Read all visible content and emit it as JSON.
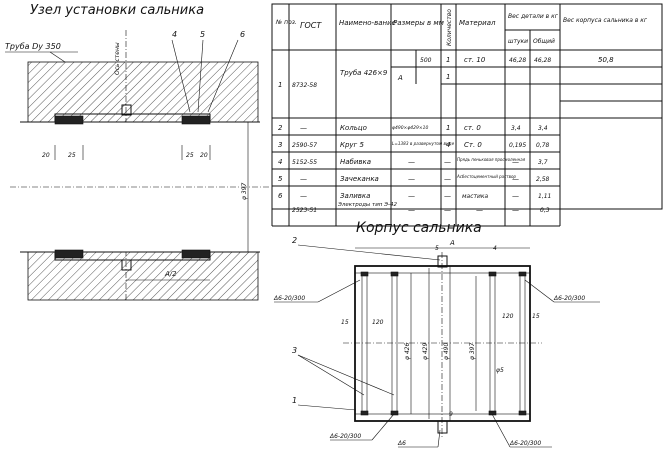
{
  "left_view": {
    "title": "Узел установки сальника",
    "pipe_label": "Труба Dу 350",
    "wall_label": "Ось стены",
    "callouts": [
      "4",
      "5",
      "6"
    ],
    "dims": {
      "d20a": "20",
      "d25a": "25",
      "d25b": "25",
      "d20b": "20",
      "a2": "А/2",
      "dia": "φ 397"
    }
  },
  "table": {
    "headers": {
      "num": "№ поз.",
      "gost": "ГОСТ",
      "name": "Наимено-вание",
      "size": "Размеры в мм",
      "qty": "Количество",
      "material": "Материал",
      "weight_part": "Вес детали в кг",
      "weight_unit": "штуки",
      "weight_total": "Общий",
      "weight_body": "Вес корпуса сальника в кг"
    },
    "rows": [
      {
        "num": "1",
        "gost": "8732-58",
        "name": "Труба 426×9",
        "size_a": "А",
        "size_v": "500",
        "qty": "1",
        "qty2": "1",
        "material": "ст. 10",
        "w_unit": "46,28",
        "w_total": "46,28",
        "w_body": "50,8"
      },
      {
        "num": "2",
        "gost": "—",
        "name": "Кольцо",
        "size": "φ490×φ429×10",
        "qty": "1",
        "material": "ст. 0",
        "w_unit": "3,4",
        "w_total": "3,4"
      },
      {
        "num": "3",
        "gost": "2590-57",
        "name": "Круг 5",
        "size": "L=1383 в развернутом виде",
        "qty": "4",
        "material": "Ст. 0",
        "w_unit": "0,195",
        "w_total": "0,78"
      },
      {
        "num": "4",
        "gost": "5152-55",
        "name": "Набивка",
        "size": "—",
        "qty": "—",
        "material": "Прядь пеньковая просмоленная",
        "w_unit": "—",
        "w_total": "3,7"
      },
      {
        "num": "5",
        "gost": "—",
        "name": "Зачеканка",
        "size": "—",
        "qty": "—",
        "material": "Асбестоцементный раствор",
        "w_unit": "—",
        "w_total": "2,58"
      },
      {
        "num": "6",
        "gost": "—",
        "name": "Заливка",
        "size": "—",
        "qty": "—",
        "material": "мастика",
        "w_unit": "—",
        "w_total": "1,11"
      },
      {
        "num": "",
        "gost": "2523-51",
        "name": "Электроды тип Э-42",
        "size": "—",
        "qty": "—",
        "material": "—",
        "w_unit": "—",
        "w_total": "0,3"
      }
    ]
  },
  "right_view": {
    "title": "Корпус сальника",
    "callouts": {
      "c2": "2",
      "c3": "3",
      "c1": "1"
    },
    "dims": {
      "A": "А",
      "s5": "5",
      "s4": "4",
      "d15a": "15",
      "d120a": "120",
      "d120b": "120",
      "d15b": "15",
      "dia426": "φ 426",
      "dia429": "φ 429",
      "dia490": "φ 490",
      "dia397": "φ 397",
      "phi5": "φ5",
      "s9": "9"
    },
    "welds": {
      "w1": "Δ6-20/300",
      "w2": "Δ6-20/300",
      "w3": "Δ6-20/300",
      "w4": "Δ6",
      "w5": "Δ6-20/300"
    }
  }
}
